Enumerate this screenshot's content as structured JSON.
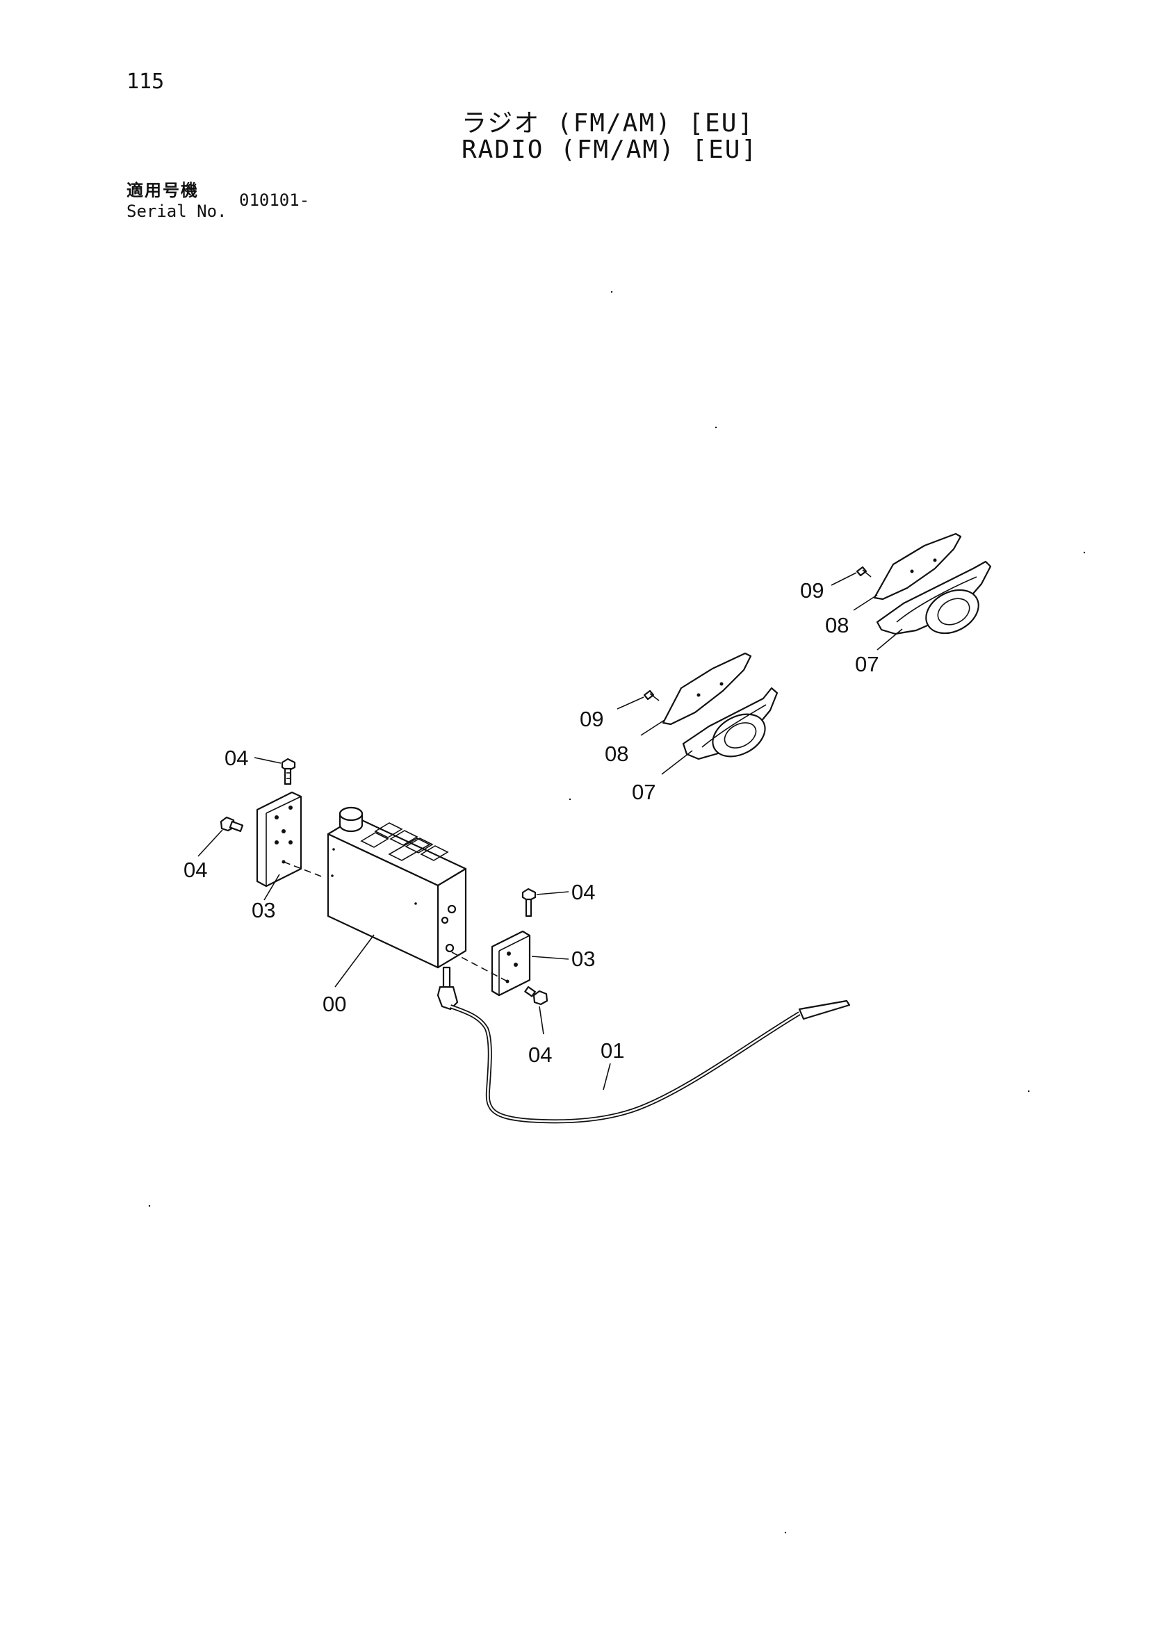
{
  "header": {
    "page_number": "115",
    "title_jp": "ラジオ (FM/AM) [EU]",
    "title_en": "RADIO (FM/AM) [EU]",
    "serial_label_jp": "適用号機",
    "serial_label_en": "Serial No.",
    "serial_value": "010101-"
  },
  "callouts": {
    "radio": "00",
    "antenna": "01",
    "bracket_left": "03",
    "bracket_right": "03",
    "screw_left_top": "04",
    "screw_left_side": "04",
    "screw_right_top": "04",
    "screw_right_bottom": "04",
    "speaker_a": "07",
    "grille_a": "08",
    "screw_a": "09",
    "speaker_b": "07",
    "grille_b": "08",
    "screw_b": "09"
  }
}
